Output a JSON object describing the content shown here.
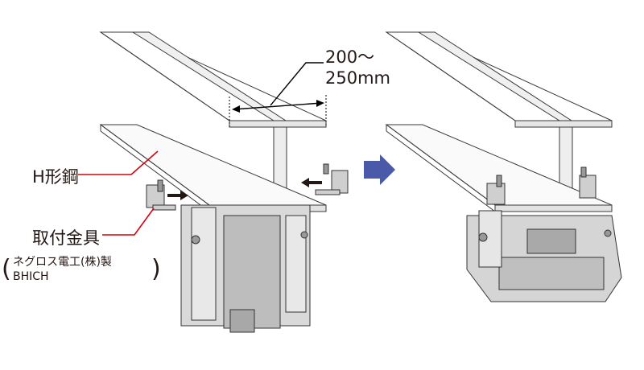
{
  "dimension": {
    "line1": "200〜",
    "line2": "250mm"
  },
  "labels": {
    "beam": "H形鋼",
    "fitting": "取付金具",
    "maker_line1": "ネグロス電工(株)製",
    "maker_line2": "BHICH"
  },
  "colors": {
    "leader": "#d7000f",
    "arrow": "#4a5aa8",
    "steel_face": "#efefef",
    "steel_top": "#ffffff",
    "outline": "#333333"
  }
}
